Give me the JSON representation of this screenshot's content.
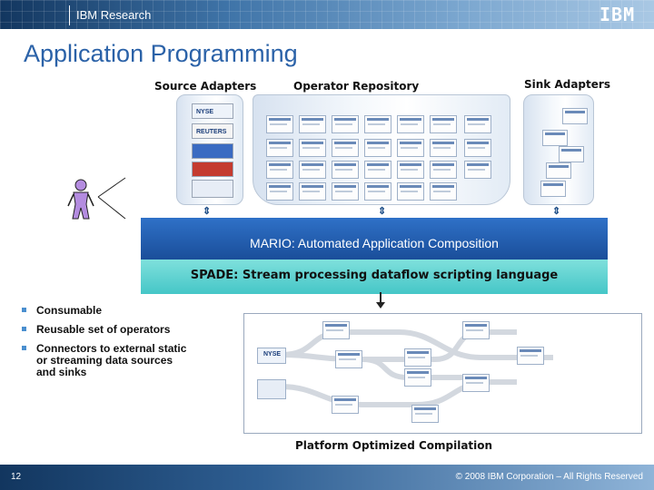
{
  "header": {
    "org": "IBM Research",
    "logo_text": "IBM"
  },
  "title": "Application Programming",
  "sections": {
    "source": "Source Adapters",
    "operator": "Operator Repository",
    "sink": "Sink Adapters"
  },
  "source_tiles": [
    "NYSE",
    "REUTERS"
  ],
  "layers": {
    "mario": "MARIO: Automated Application Composition",
    "spade": "SPADE: Stream processing dataflow scripting language"
  },
  "bullets": [
    "Consumable",
    "Reusable set of operators",
    "Connectors to external static or streaming data sources and sinks"
  ],
  "flow_tiles": [
    "NYSE"
  ],
  "compile_label": "Platform Optimized Compilation",
  "footer": {
    "page": "12",
    "copyright": "© 2008 IBM Corporation – All Rights Reserved"
  },
  "colors": {
    "accent": "#2b62a8",
    "mario_bg": "#1f57a8",
    "spade_bg": "#5fd3d3"
  }
}
